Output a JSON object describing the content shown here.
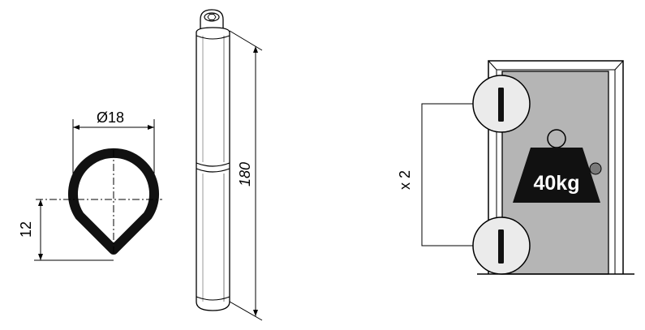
{
  "profile": {
    "diameter_label": "Ø18",
    "height_label": "12"
  },
  "hinge": {
    "length_label": "180"
  },
  "door": {
    "count_label": "x 2",
    "weight_label": "40kg"
  }
}
